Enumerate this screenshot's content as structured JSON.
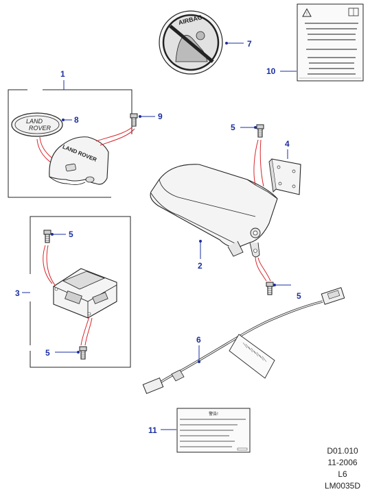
{
  "callouts": {
    "c1": "1",
    "c2": "2",
    "c3": "3",
    "c4": "4",
    "c5a": "5",
    "c5b": "5",
    "c5c": "5",
    "c5d": "5",
    "c6": "6",
    "c7": "7",
    "c8": "8",
    "c9": "9",
    "c10": "10",
    "c11": "11"
  },
  "labels": {
    "airbag_text": "AIRBAG",
    "cover_brand": "LAND ROVER",
    "badge_brand_line1": "LAND",
    "badge_brand_line2": "ROVER",
    "label11_title": "警告!"
  },
  "footer": {
    "ref_code": "D01.010",
    "date": "11-2006",
    "model": "L6",
    "diagram_id": "LM0035D"
  },
  "colors": {
    "callout": "#1a2ea0",
    "leader_red": "#d8232a"
  }
}
